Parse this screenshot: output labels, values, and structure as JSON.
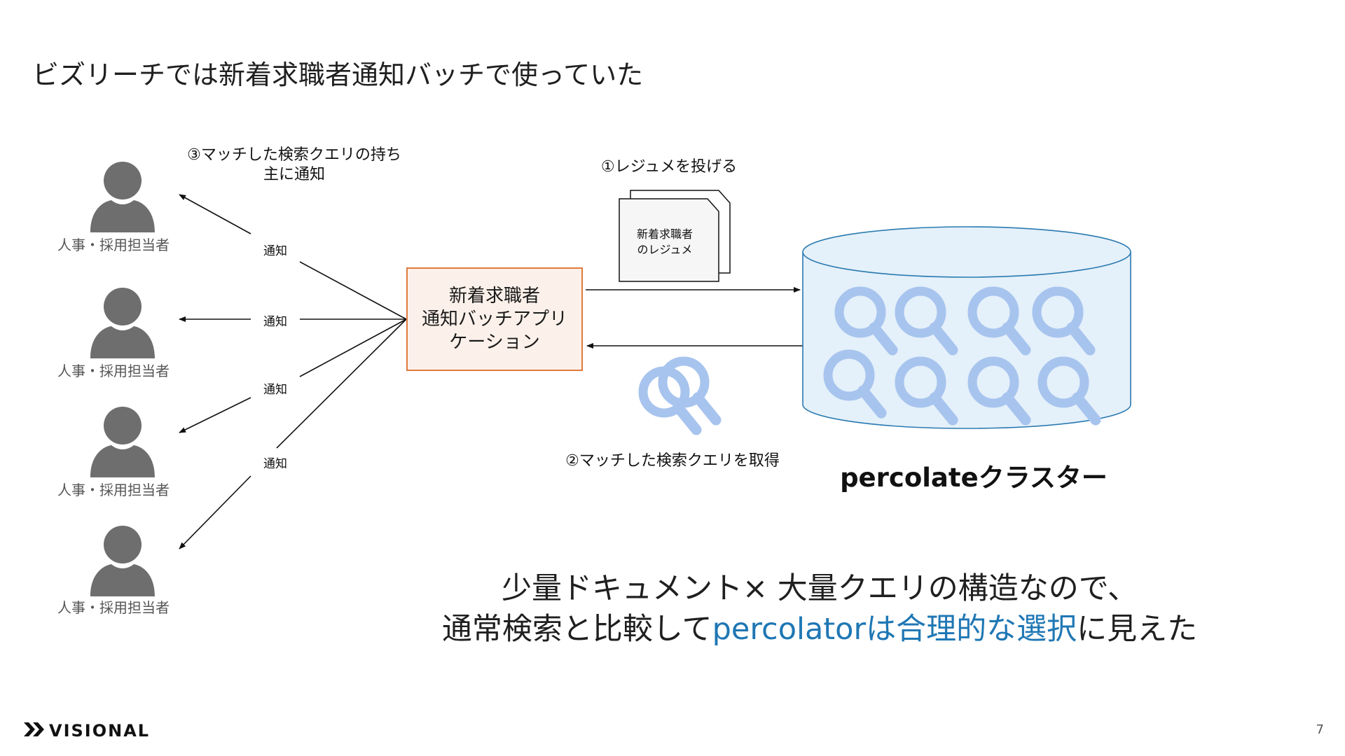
{
  "slide": {
    "title": "ビズリーチでは新着求職者通知バッチで使っていた",
    "page_number": "7"
  },
  "diagram": {
    "people": [
      {
        "label": "人事・採用担当者",
        "icon": "person-icon"
      },
      {
        "label": "人事・採用担当者",
        "icon": "person-icon"
      },
      {
        "label": "人事・採用担当者",
        "icon": "person-icon"
      },
      {
        "label": "人事・採用担当者",
        "icon": "person-icon"
      }
    ],
    "notify_labels": [
      "通知",
      "通知",
      "通知",
      "通知"
    ],
    "step3": "③マッチした検索クエリの持ち\n主に通知",
    "step1": "①レジュメを投げる",
    "step2": "②マッチした検索クエリを取得",
    "app_box": "新着求職者\n通知バッチアプリ\nケーション",
    "document": "新着求職者\nのレジュメ",
    "cluster_label": "percolateクラスター",
    "colors": {
      "person_icon": "#6e6e6e",
      "query_icon": "#a7c4ee",
      "cylinder_fill": "#e4f0fa",
      "cylinder_stroke": "#2a7ab0",
      "app_border": "#e07a3c",
      "app_fill": "#fcf1ea"
    }
  },
  "conclusion": {
    "line1": "少量ドキュメント× 大量クエリの構造なので、",
    "line2_pre": "通常検索と比較して",
    "line2_highlight": "percolatorは合理的な選択",
    "line2_post": "に見えた",
    "highlight_color": "#1f77b4"
  },
  "logo": {
    "text": "VISIONAL",
    "icon": "double-chevron-logo-icon"
  }
}
